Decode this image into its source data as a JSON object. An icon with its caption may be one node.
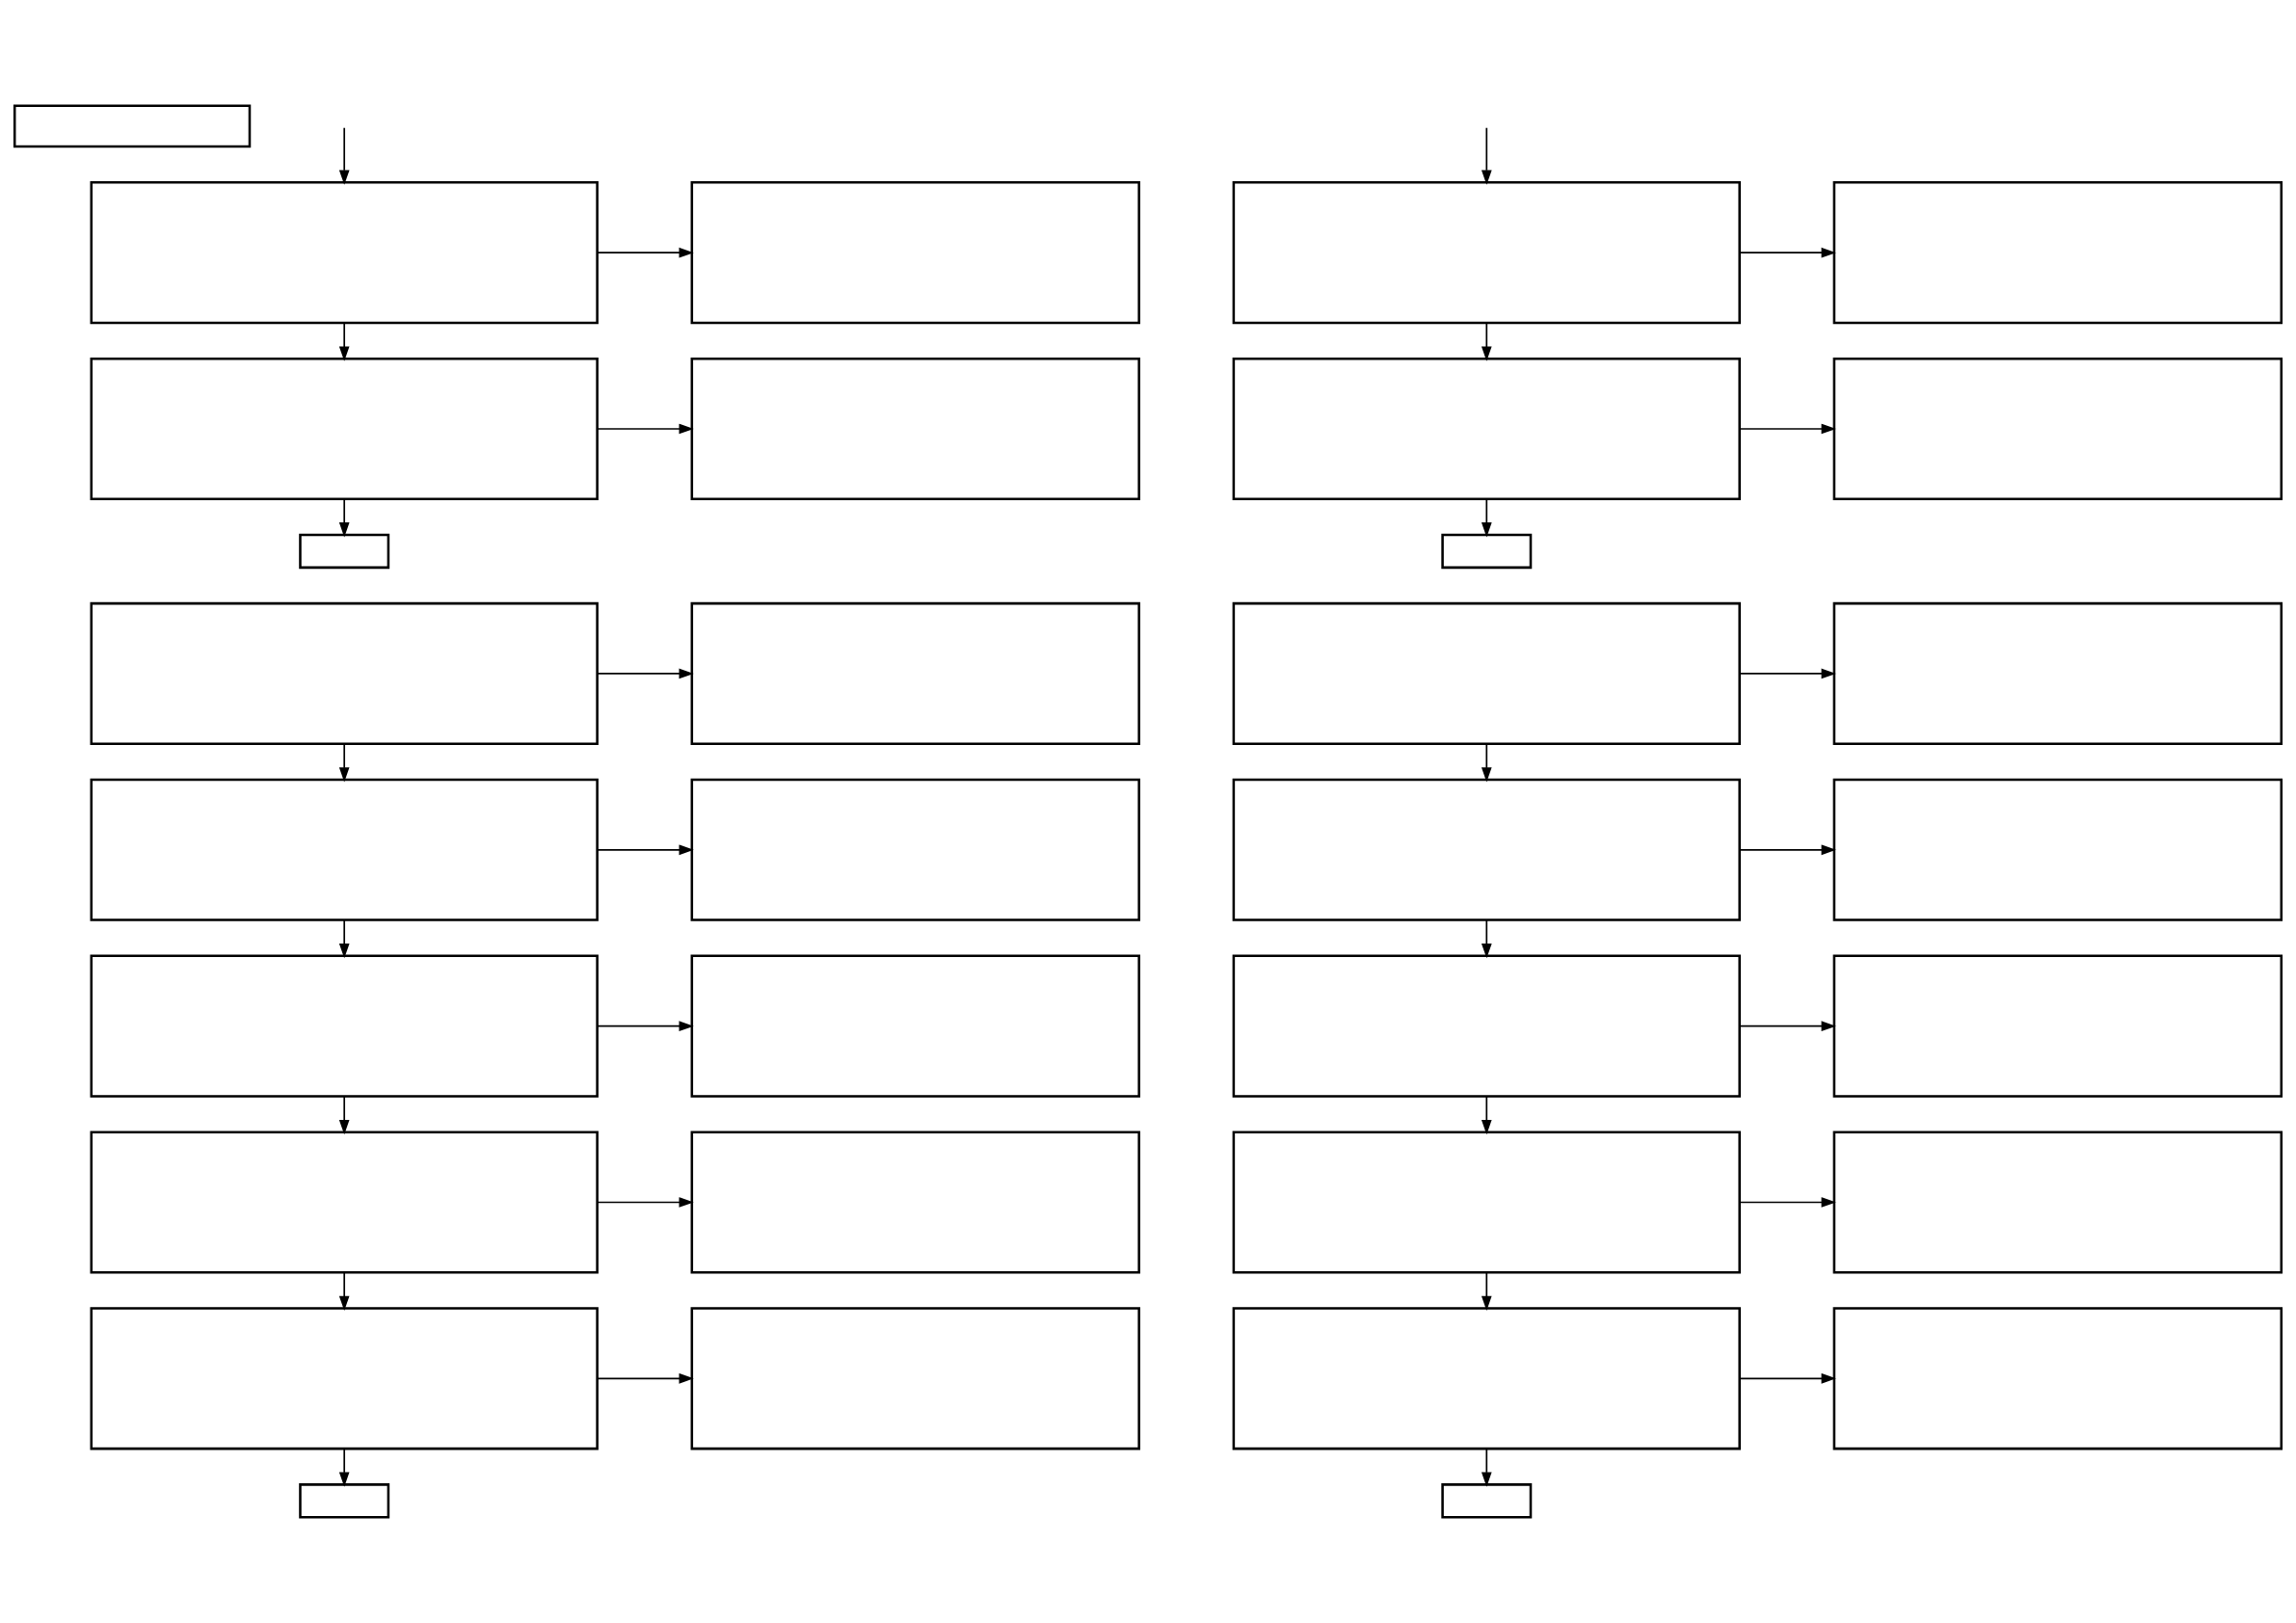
{
  "diagram": {
    "nodes": [
      {
        "text": [],
        "shape": "box"
      },
      {
        "text": [],
        "shape": "box"
      },
      {
        "text": [],
        "shape": "box"
      },
      {
        "text": [],
        "shape": "box"
      },
      {
        "text": [],
        "shape": "box"
      },
      {
        "text": [],
        "shape": "box"
      },
      {
        "text": [],
        "shape": "box"
      },
      {
        "text": [],
        "shape": "box"
      },
      {
        "text": [],
        "shape": "box"
      },
      {
        "text": [],
        "shape": "box"
      },
      {
        "text": [],
        "shape": "box"
      },
      {
        "text": [],
        "shape": "box"
      },
      {
        "text": [],
        "shape": "box"
      },
      {
        "text": [],
        "shape": "box"
      },
      {
        "text": [],
        "shape": "box"
      },
      {
        "text": [],
        "shape": "box"
      },
      {
        "text": [],
        "shape": "box"
      },
      {
        "text": [],
        "shape": "box"
      },
      {
        "text": [],
        "shape": "box"
      },
      {
        "text": [],
        "shape": "box"
      },
      {
        "text": [],
        "shape": "box"
      },
      {
        "text": [],
        "shape": "box"
      },
      {
        "text": [],
        "shape": "box"
      },
      {
        "text": [],
        "shape": "box"
      },
      {
        "text": [],
        "shape": "box"
      },
      {
        "text": [],
        "shape": "box"
      },
      {
        "text": [],
        "shape": "box"
      },
      {
        "text": [],
        "shape": "box"
      },
      {
        "text": [],
        "shape": "box"
      },
      {
        "text": [],
        "shape": "box"
      },
      {
        "text": [],
        "shape": "box"
      },
      {
        "text": [],
        "shape": "box"
      },
      {
        "text": [],
        "shape": "box"
      }
    ],
    "edges": [
      {
        "from": null,
        "to": 1,
        "arrow": "to"
      },
      {
        "from": 1,
        "to": 2,
        "arrow": "to"
      },
      {
        "from": 1,
        "to": 3,
        "arrow": "to"
      },
      {
        "from": 3,
        "to": 4,
        "arrow": "to"
      },
      {
        "from": 3,
        "to": 5,
        "arrow": "to"
      },
      {
        "from": null,
        "to": 6,
        "arrow": "to"
      },
      {
        "from": 6,
        "to": 7,
        "arrow": "to"
      },
      {
        "from": 6,
        "to": 8,
        "arrow": "to"
      },
      {
        "from": 8,
        "to": 9,
        "arrow": "to"
      },
      {
        "from": 8,
        "to": 10,
        "arrow": "to"
      },
      {
        "from": 11,
        "to": 12,
        "arrow": "to"
      },
      {
        "from": 11,
        "to": 13,
        "arrow": "to"
      },
      {
        "from": 13,
        "to": 14,
        "arrow": "to"
      },
      {
        "from": 13,
        "to": 15,
        "arrow": "to"
      },
      {
        "from": 15,
        "to": 16,
        "arrow": "to"
      },
      {
        "from": 15,
        "to": 17,
        "arrow": "to"
      },
      {
        "from": 17,
        "to": 18,
        "arrow": "to"
      },
      {
        "from": 17,
        "to": 19,
        "arrow": "to"
      },
      {
        "from": 19,
        "to": 20,
        "arrow": "to"
      },
      {
        "from": 19,
        "to": 21,
        "arrow": "to"
      },
      {
        "from": 22,
        "to": 23,
        "arrow": "to"
      },
      {
        "from": 22,
        "to": 24,
        "arrow": "to"
      },
      {
        "from": 24,
        "to": 25,
        "arrow": "to"
      },
      {
        "from": 24,
        "to": 26,
        "arrow": "to"
      },
      {
        "from": 26,
        "to": 27,
        "arrow": "to"
      },
      {
        "from": 26,
        "to": 28,
        "arrow": "to"
      },
      {
        "from": 28,
        "to": 29,
        "arrow": "to"
      },
      {
        "from": 28,
        "to": 30,
        "arrow": "to"
      },
      {
        "from": 30,
        "to": 31,
        "arrow": "to"
      },
      {
        "from": 30,
        "to": 32,
        "arrow": "to"
      }
    ]
  }
}
